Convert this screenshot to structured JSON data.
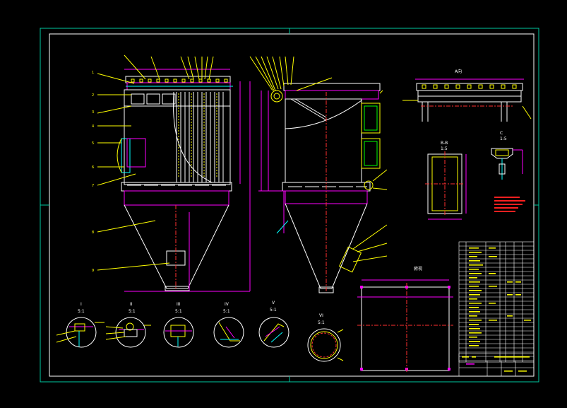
{
  "drawing": {
    "background_color": "#000000",
    "frame_color": "#00c8a0",
    "outline_color": "#ffffff",
    "dimension_color": "#ff00ff",
    "label_color": "#ffff00",
    "center_line_color": "#ff3030",
    "hidden_color": "#00ffff",
    "detail_views": [
      {
        "label": "I",
        "scale": "5:1"
      },
      {
        "label": "II",
        "scale": "5:1"
      },
      {
        "label": "III",
        "scale": "5:1"
      },
      {
        "label": "IV",
        "scale": "5:1"
      },
      {
        "label": "V",
        "scale": "5:1"
      },
      {
        "label": "VI",
        "scale": "5:1"
      }
    ],
    "top_right_view_label": "A向",
    "section_view_label": "B-B",
    "section_view_scale": "1:5",
    "small_view_label": "C",
    "small_view_scale": "1:5",
    "plan_view_label": "俯视"
  }
}
